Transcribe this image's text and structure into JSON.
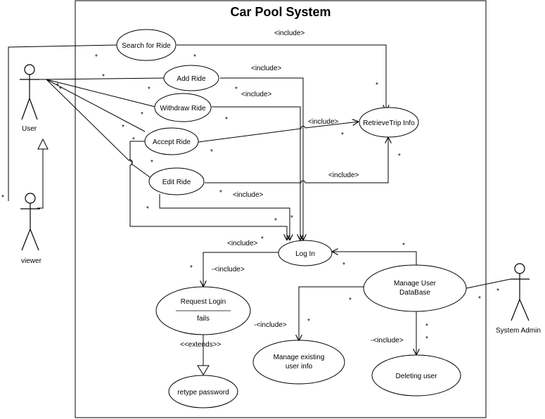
{
  "diagram": {
    "title": "Car Pool System",
    "actors": {
      "user": "User",
      "viewer": "viewer",
      "system_admin": "System Admin"
    },
    "use_cases": {
      "search_for_ride": "Search for Ride",
      "add_ride": "Add Ride",
      "withdraw_ride": "Withdraw Ride",
      "accept_ride": "Accept Ride",
      "edit_ride": "Edit Ride",
      "retrieve_trip_info": "RetrieveTrip Info",
      "log_in": "Log In",
      "request_login": "Request Login",
      "request_login_fails": "fails",
      "manage_user_database_line1": "Manage User",
      "manage_user_database_line2": "DataBase",
      "manage_existing_line1": "Manage existing",
      "manage_existing_line2": "user info",
      "deleting_user": "Deleting user",
      "retype_password": "retype password"
    },
    "labels": {
      "include": "<include>",
      "dash_include": "-<include>",
      "extends": "<<extends>>"
    },
    "multiplicity": "*"
  }
}
